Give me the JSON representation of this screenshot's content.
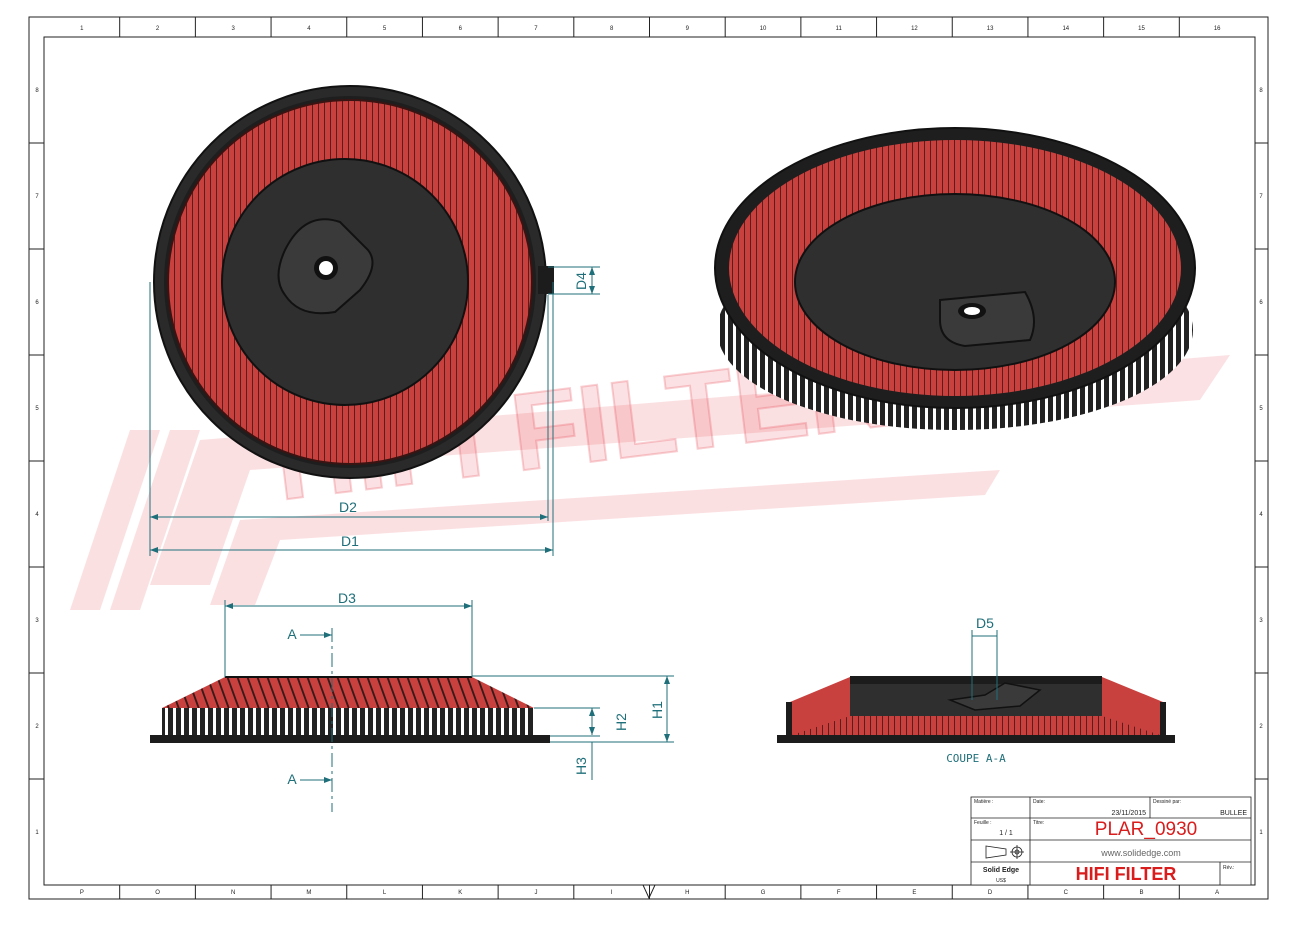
{
  "watermark": {
    "text": "HIFI FILTER",
    "color": "#e8434f"
  },
  "colors": {
    "media": "#c8413f",
    "frame": "#1c1c1c",
    "dimension": "#1f6f7a",
    "titleRed": "#d91c1c"
  },
  "border_refs": {
    "top": [
      "1",
      "2",
      "3",
      "4",
      "5",
      "6",
      "7",
      "8",
      "9",
      "10",
      "11",
      "12",
      "13",
      "14",
      "15",
      "16"
    ],
    "bottom": [
      "P",
      "O",
      "N",
      "M",
      "L",
      "K",
      "J",
      "I",
      "H",
      "G",
      "F",
      "E",
      "D",
      "C",
      "B",
      "A"
    ],
    "left": [
      "8",
      "7",
      "6",
      "5",
      "4",
      "3",
      "2",
      "1"
    ],
    "right": [
      "8",
      "7",
      "6",
      "5",
      "4",
      "3",
      "2",
      "1"
    ]
  },
  "dimensions": {
    "d1": "D1",
    "d2": "D2",
    "d3": "D3",
    "d4": "D4",
    "d5": "D5",
    "h1": "H1",
    "h2": "H2",
    "h3": "H3"
  },
  "section": {
    "cut_label": "A",
    "caption": "COUPE A-A"
  },
  "title_block": {
    "material_label": "Matière :",
    "date_label": "Date:",
    "date_value": "23/11/2015",
    "drawn_by_label": "Dessiné par:",
    "drawn_by_value": "BULLEE",
    "sheet_label": "Feuille :",
    "sheet_value": "1 / 1",
    "title_label": "Titre:",
    "part_number": "PLAR_0930",
    "website": "www.solidedge.com",
    "software": "Solid Edge",
    "units": "US$",
    "company": "HIFI FILTER",
    "revision_label": "Rév.:"
  }
}
